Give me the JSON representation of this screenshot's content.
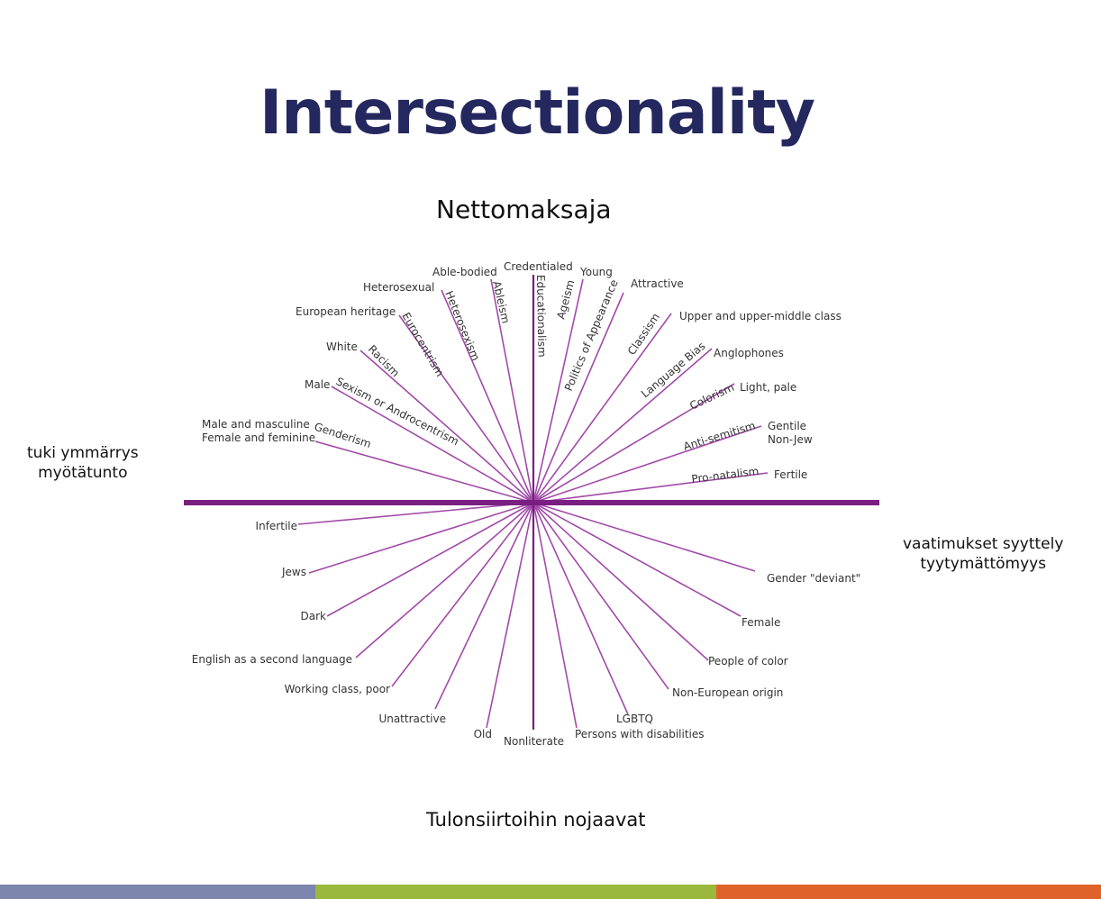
{
  "title": "Intersectionality",
  "overlays": {
    "top": "Nettomaksaja",
    "bottom": "Tulonsiirtoihin nojaavat",
    "left_line1": "tuki ymmärrys",
    "left_line2": "myötätunto",
    "right_line1": "vaatimukset syyttely",
    "right_line2": "tyytymättömyys"
  },
  "colors": {
    "spoke": "#a14aa8",
    "axis": "#7a1f82",
    "title": "#24285e",
    "footer": [
      "#7d86ad",
      "#9ab83c",
      "#e0622b"
    ]
  },
  "spokes": [
    {
      "axis": "Genderism",
      "privileged": "Male and masculine\nFemale and feminine",
      "oppressed": "Gender \"deviant\""
    },
    {
      "axis": "Sexism or Androcentrism",
      "privileged": "Male",
      "oppressed": "Female"
    },
    {
      "axis": "Racism",
      "privileged": "White",
      "oppressed": "People of color"
    },
    {
      "axis": "Eurocentrism",
      "privileged": "European heritage",
      "oppressed": "Non-European origin"
    },
    {
      "axis": "Heterosexism",
      "privileged": "Heterosexual",
      "oppressed": "LGBTQ"
    },
    {
      "axis": "Ableism",
      "privileged": "Able-bodied",
      "oppressed": "Persons with disabilities"
    },
    {
      "axis": "Educationalism",
      "privileged": "Credentialed",
      "oppressed": "Nonliterate"
    },
    {
      "axis": "Ageism",
      "privileged": "Young",
      "oppressed": "Old"
    },
    {
      "axis": "Politics of Appearance",
      "privileged": "Attractive",
      "oppressed": "Unattractive"
    },
    {
      "axis": "Classism",
      "privileged": "Upper and upper-middle class",
      "oppressed": "Working class, poor"
    },
    {
      "axis": "Language Bias",
      "privileged": "Anglophones",
      "oppressed": "English as a second language"
    },
    {
      "axis": "Colorism",
      "privileged": "Light, pale",
      "oppressed": "Dark"
    },
    {
      "axis": "Anti-semitism",
      "privileged": "Gentile\nNon-Jew",
      "oppressed": "Jews"
    },
    {
      "axis": "Pro-natalism",
      "privileged": "Fertile",
      "oppressed": "Infertile"
    }
  ]
}
